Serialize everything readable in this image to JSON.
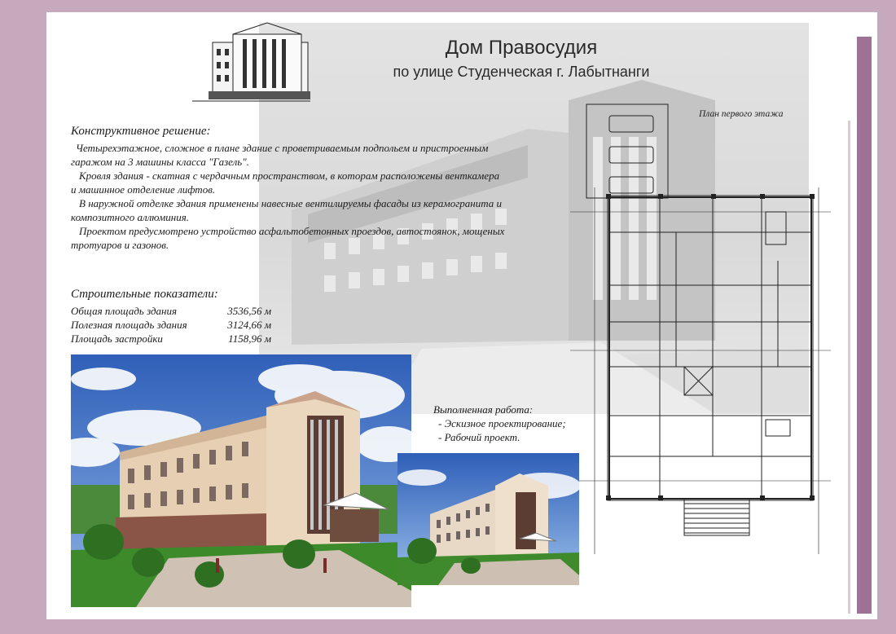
{
  "title": {
    "line1": "Дом Правосудия",
    "line2": "по улице Студенческая г. Лабытнанги"
  },
  "plan_label": "План первого этажа",
  "construct": {
    "heading": "Конструктивное решение:",
    "paragraphs": [
      "Четырехэтажное, сложное в плане  здание с проветриваемым подпольем и пристроенным гаражом на 3 машины класса \"Газель\".",
      "Кровля здания - скатная с чердачным пространством, в которам расположены венткамера и машинное отделение лифтов.",
      "В наружной отделке здания применены навесные вентилируемы фасады из керамогранита и композитного аллюминия.",
      "Проектом предусмотрено устройство асфальтобетонных проездов, автостоянок, мощеных тротуаров и газонов."
    ]
  },
  "indicators": {
    "heading": "Строительные показатели:",
    "rows": [
      {
        "label": "Общая площадь здания",
        "value": "3536,56 м"
      },
      {
        "label": "Полезная площадь здания",
        "value": "3124,66 м"
      },
      {
        "label": "Площадь застройки",
        "value": "1158,96 м"
      }
    ]
  },
  "work": {
    "heading": "Выполненная работа:",
    "items": [
      "- Эскизное проектирование;",
      "- Рабочий проект."
    ]
  },
  "colors": {
    "page_background": "#c7a9bd",
    "sheet": "#ffffff",
    "accent_bar": "#9e7295",
    "sky": "#3f6fc4",
    "facade_beige": "#e6cfb2",
    "brick": "#8a5446",
    "grass": "#3f8a2c"
  }
}
